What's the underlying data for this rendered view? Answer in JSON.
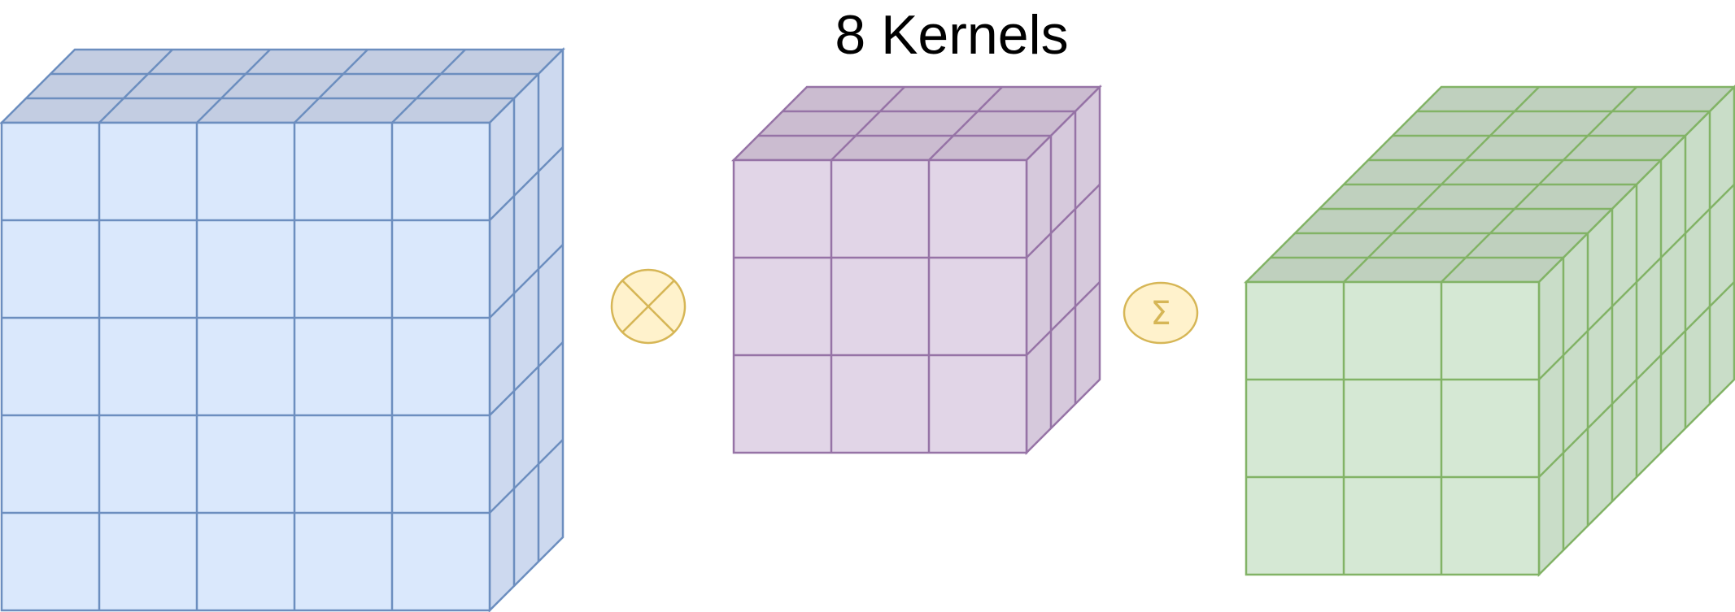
{
  "title": "8 Kernels",
  "colors": {
    "input": {
      "front": "#dae8fc",
      "top": "#c3cde2",
      "side": "#cdd9ef",
      "stroke": "#6c8ebf"
    },
    "kernel": {
      "front": "#e1d5e7",
      "top": "#cbbcd0",
      "side": "#d6c9dc",
      "stroke": "#9673a6"
    },
    "output": {
      "front": "#d5e8d4",
      "top": "#bfd0be",
      "side": "#c9ddc8",
      "stroke": "#82b366"
    },
    "operator": {
      "fill": "#fff2cc",
      "stroke": "#d6b656"
    }
  },
  "cubes": [
    {
      "id": "input-cube",
      "color": "input",
      "cols": 5,
      "rows": 5,
      "depth": 3
    },
    {
      "id": "kernel-cube",
      "color": "kernel",
      "cols": 3,
      "rows": 3,
      "depth": 3
    },
    {
      "id": "output-cube",
      "color": "output",
      "cols": 3,
      "rows": 3,
      "depth": 8
    }
  ],
  "operators": [
    {
      "id": "multiply-operator",
      "symbol": "cross"
    },
    {
      "id": "sum-operator",
      "symbol": "Σ"
    }
  ]
}
